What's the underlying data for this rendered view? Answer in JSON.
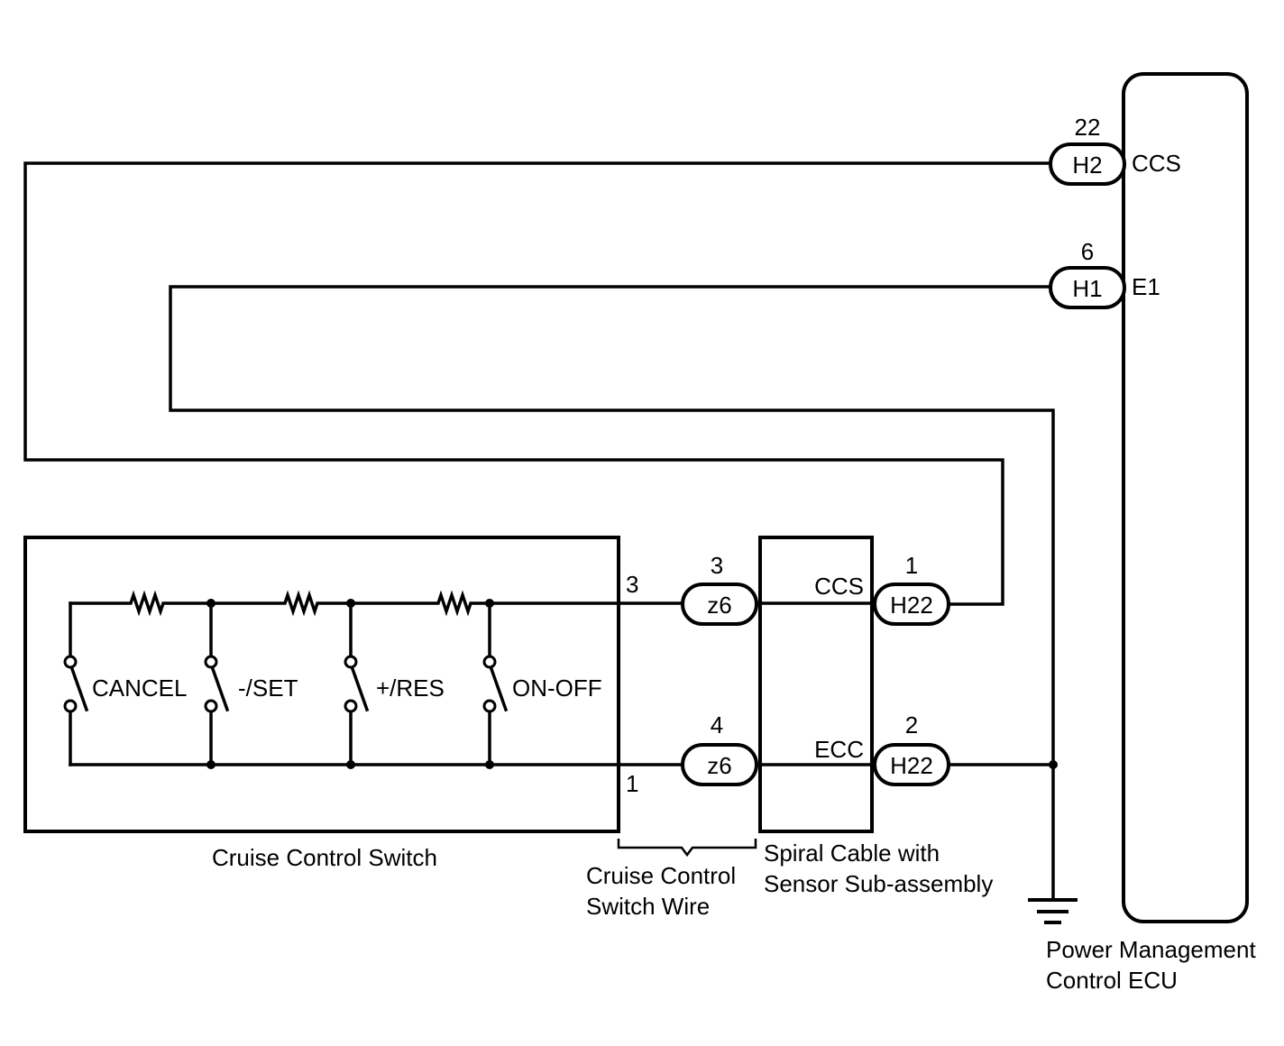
{
  "ecu": {
    "label_line1": "Power Management",
    "label_line2": "Control ECU",
    "terminals": [
      {
        "pin": "22",
        "connector": "H2",
        "signal": "CCS"
      },
      {
        "pin": "6",
        "connector": "H1",
        "signal": "E1"
      }
    ]
  },
  "switch_assembly": {
    "label": "Cruise Control Switch",
    "pin_top": "3",
    "pin_bottom": "1",
    "switches": [
      "CANCEL",
      "-/SET",
      "+/RES",
      "ON-OFF"
    ]
  },
  "wire_harness": {
    "label_line1": "Cruise Control",
    "label_line2": "Switch Wire",
    "connectors": [
      {
        "pin": "3",
        "connector": "z6"
      },
      {
        "pin": "4",
        "connector": "z6"
      }
    ]
  },
  "spiral_cable": {
    "label_line1": "Spiral Cable with",
    "label_line2": "Sensor Sub-assembly",
    "terminals": [
      {
        "signal": "CCS",
        "pin": "1",
        "connector": "H22"
      },
      {
        "signal": "ECC",
        "pin": "2",
        "connector": "H22"
      }
    ]
  }
}
